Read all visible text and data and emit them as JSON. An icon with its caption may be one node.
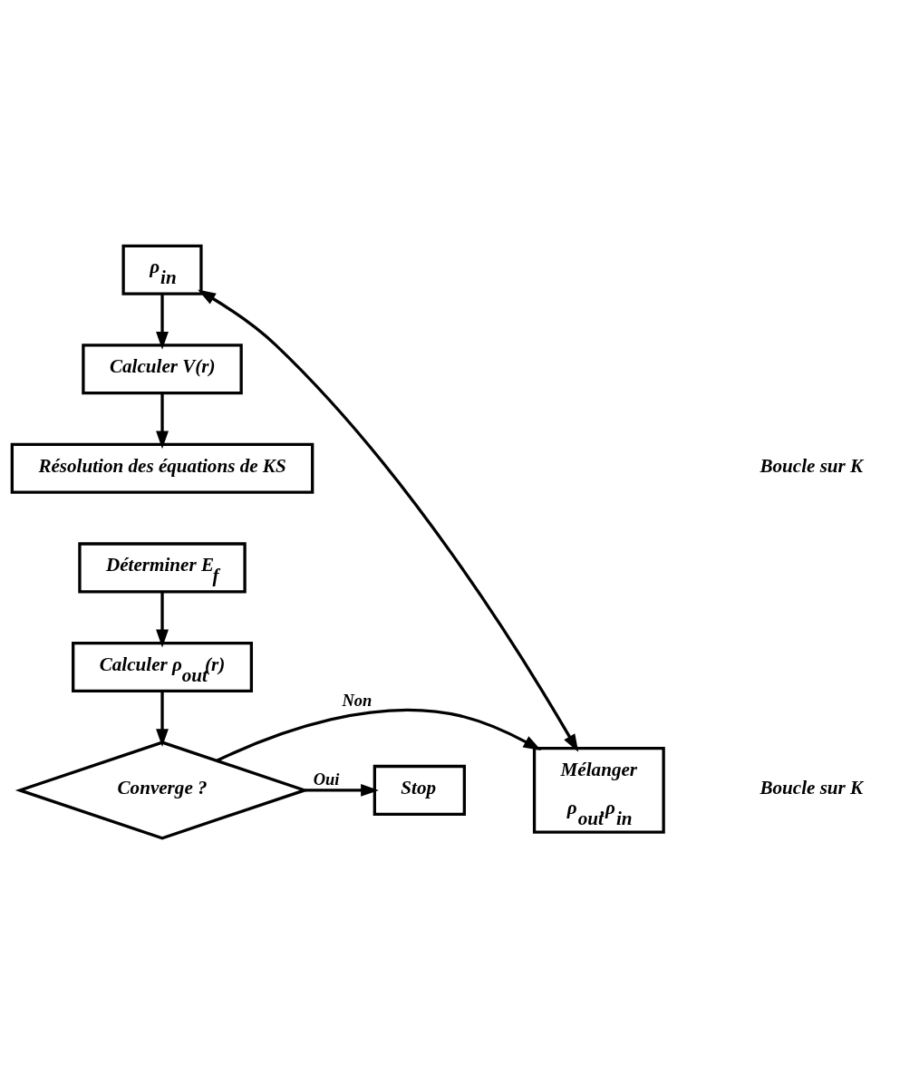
{
  "diagram": {
    "nodes": [
      {
        "text": [
          "ρ$_{in}$"
        ]
      },
      {
        "text": [
          "Calculer V(r)"
        ]
      },
      {
        "text": [
          "Résolution des équations de KS"
        ]
      },
      {
        "text": [
          "Déterminer E$_{f}$"
        ]
      },
      {
        "text": [
          "Calculer ρ$_{out}$(r)"
        ]
      },
      {
        "text": [
          "Converge ?"
        ]
      },
      {
        "text": [
          "Mélanger",
          "ρ$_{out}$,ρ$_{in}$"
        ]
      },
      {
        "text": [
          "Stop"
        ]
      }
    ],
    "edges": [
      {
        "from": 0,
        "to": 1,
        "arrow": "to"
      },
      {
        "from": 1,
        "to": 2,
        "arrow": "to"
      },
      {
        "from": 3,
        "to": 4,
        "arrow": "to"
      },
      {
        "from": 4,
        "to": 5,
        "arrow": "to"
      },
      {
        "from": 5,
        "to": 6,
        "arrow": "to",
        "label": "Non"
      },
      {
        "from": 5,
        "to": 7,
        "arrow": "to",
        "label": "Oui"
      },
      {
        "from": 6,
        "to": 0,
        "arrow": "both"
      }
    ],
    "labels": [
      "Boucle sur K",
      "Boucle sur K"
    ]
  }
}
